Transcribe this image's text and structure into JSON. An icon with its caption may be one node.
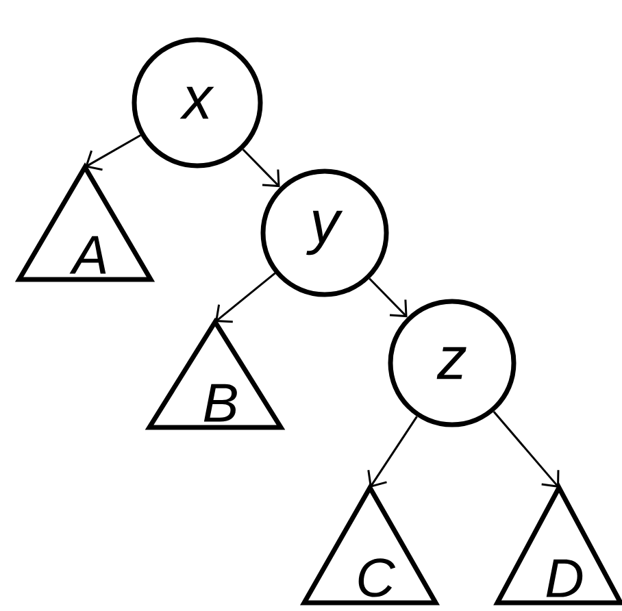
{
  "diagram": {
    "nodes": [
      {
        "text": [
          "x"
        ]
      },
      {
        "text": [
          "A"
        ]
      },
      {
        "text": [
          "y"
        ]
      },
      {
        "text": [
          "B"
        ]
      },
      {
        "text": [
          "z"
        ]
      },
      {
        "text": [
          "C"
        ]
      },
      {
        "text": [
          "D"
        ]
      }
    ],
    "edges": [
      {
        "from": 0,
        "to": 1,
        "arrow": "to"
      },
      {
        "from": 0,
        "to": 2,
        "arrow": "to"
      },
      {
        "from": 2,
        "to": 3,
        "arrow": "to"
      },
      {
        "from": 2,
        "to": 4,
        "arrow": "to"
      },
      {
        "from": 4,
        "to": 5,
        "arrow": "to"
      },
      {
        "from": 4,
        "to": 6,
        "arrow": "to"
      }
    ]
  }
}
